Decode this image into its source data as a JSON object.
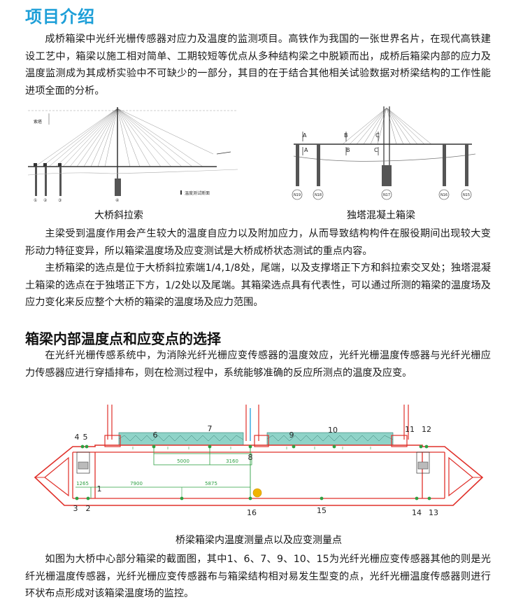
{
  "title": "项目介绍",
  "intro": "成桥箱梁中光纤光栅传感器对应力及温度的监测项目。高铁作为我国的一张世界名片，在现代高铁建设工艺中，箱梁以施工相对简单、工期较短等优点从多种结构梁之中脱颖而出，成桥后箱梁内部的应力及温度监测成为其成桥实验中不可缺少的一部分，其目的在于结合其他相关试验数据对桥梁结构的工作性能进项全面的分析。",
  "figure1": {
    "caption": "大桥斜拉索",
    "small_labels": {
      "top_left": "索塔",
      "legend": "温度测试断面"
    },
    "pier_labels": [
      "①",
      "②",
      "③",
      "④"
    ]
  },
  "figure2": {
    "caption": "独塔混凝土箱梁",
    "section_marks": [
      "A",
      "A",
      "B",
      "B",
      "C",
      "C"
    ],
    "pier_labels": [
      "N19",
      "N18",
      "N17",
      "N16",
      "N15"
    ]
  },
  "paragraph2": "主梁受到温度作用会产生较大的温度自应力以及附加应力，从而导致结构构件在服役期间出现较大变形动力特征变异，所以箱梁温度场及应变测试是大桥成桥状态测试的重点内容。",
  "paragraph3": "主桥箱梁的选点是位于大桥斜拉索端1/4,1/8处，尾端，以及支撑塔正下方和斜拉索交叉处；独塔混凝土箱梁的选点在于独塔正下方，1/2处以及尾端。其箱梁选点具有代表性，可以通过所测的箱梁的温度场及应力变化来反应整个大桥的箱梁的温度场及应力范围。",
  "section_title": "箱梁内部温度点和应变点的选择",
  "paragraph4": "在光纤光栅传感系统中，为消除光纤光栅应变传感器的温度效应，光纤光栅温度传感器与光纤光栅应力传感器应进行穿插排布，则在检测过程中，系统能够准确的反应所测点的温度及应变。",
  "figure3": {
    "caption": "桥梁箱梁内温度测量点以及应变测量点",
    "point_labels": {
      "p1": "1",
      "p2": "2",
      "p3": "3",
      "p4": "4",
      "p5": "5",
      "p6": "6",
      "p7": "7",
      "p8": "8",
      "p9": "9",
      "p10": "10",
      "p11": "11",
      "p12": "12",
      "p13": "13",
      "p14": "14",
      "p15": "15",
      "p16": "16"
    },
    "dimensions": {
      "d1": "5000",
      "d2": "3160",
      "d3": "1265",
      "d4": "7900",
      "d5": "5875"
    }
  },
  "paragraph5": "如图为大桥中心部分箱梁的截面图，其中1、6、7、9、10、15为光纤光栅应变传感器其他的则是光纤光栅温度传感器，光纤光栅应变传感器布与箱梁结构相对易发生型变的点，光纤光栅温度传感器则进行环状布点形成对该箱梁温度场的监控。",
  "colors": {
    "title": "#1d9fd8",
    "outline": "#e0302a",
    "sensor": "#2ea043",
    "deck": "#8fd3c8",
    "marker": "#f0b400"
  }
}
